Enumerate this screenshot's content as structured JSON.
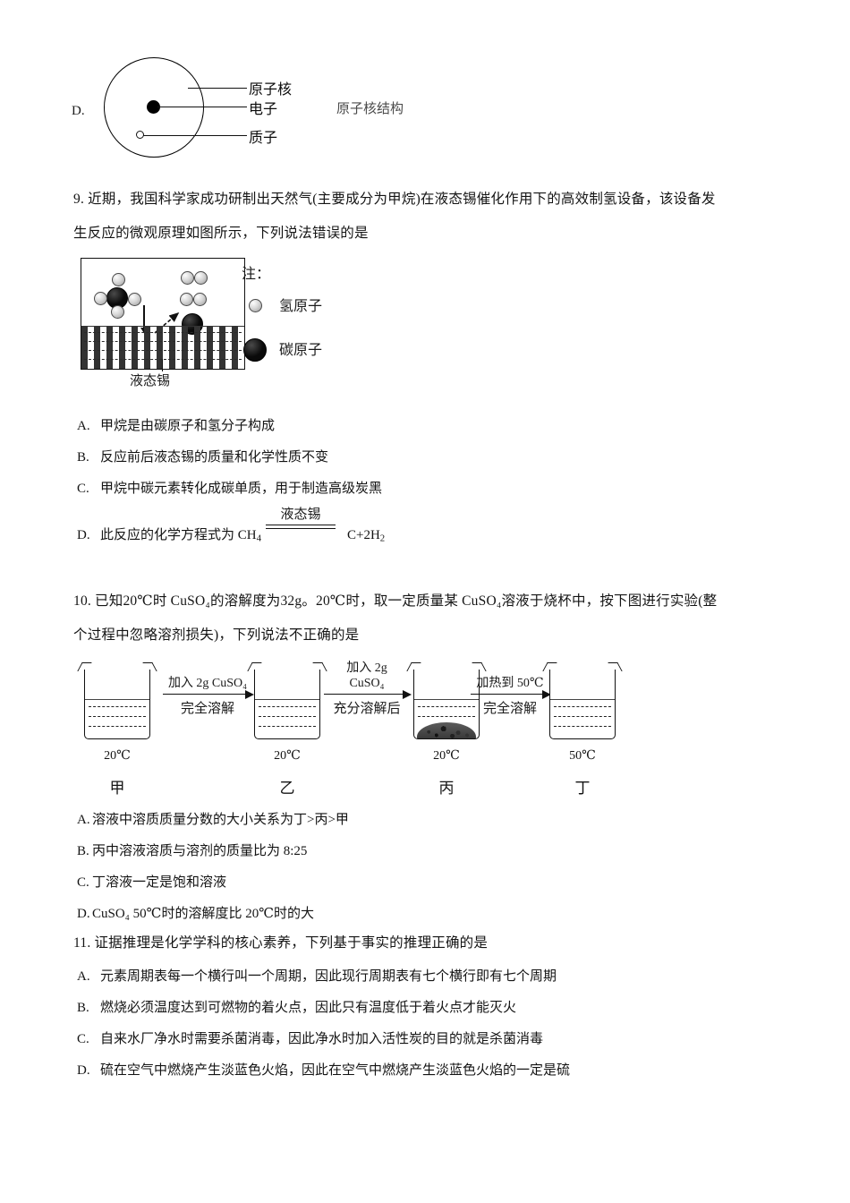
{
  "atom_figure": {
    "option_label": "D.",
    "labels": {
      "nucleus": "原子核",
      "electron": "电子",
      "proton": "质子"
    },
    "caption": "原子核结构"
  },
  "q9": {
    "line1": "9. 近期，我国科学家成功研制出天然气(主要成分为甲烷)在液态锡催化作用下的高效制氢设备，该设备发",
    "line2": "生反应的微观原理如图所示，下列说法错误的是",
    "figure": {
      "tin_label": "液态锡",
      "legend_title": "注：",
      "legend_hydrogen": "氢原子",
      "legend_carbon": "碳原子"
    },
    "options": {
      "a_label": "A.",
      "a_text": "甲烷是由碳原子和氢分子构成",
      "b_label": "B.",
      "b_text": "反应前后液态锡的质量和化学性质不变",
      "c_label": "C.",
      "c_text": "甲烷中碳元素转化成碳单质，用于制造高级炭黑",
      "d_label": "D.",
      "d_text_prefix": "此反应的化学方程式为 CH",
      "d_reactant_sub": "4",
      "d_condition": "液态锡",
      "d_product_prefix": "C+2H",
      "d_product_sub": "2"
    }
  },
  "q10": {
    "line1": "10. 已知20℃时 CuSO₄的溶解度为32g。20℃时，取一定质量某 CuSO₄溶液于烧杯中，按下图进行实验(整",
    "line2": "个过程中忽略溶剂损失)，下列说法不正确的是",
    "figure": {
      "beakers": [
        {
          "temp": "20℃",
          "name": "甲",
          "has_precipitate": false
        },
        {
          "temp": "20℃",
          "name": "乙",
          "has_precipitate": false
        },
        {
          "temp": "20℃",
          "name": "丙",
          "has_precipitate": true
        },
        {
          "temp": "50℃",
          "name": "丁",
          "has_precipitate": false
        }
      ],
      "arrows": [
        {
          "above": "加入 2g CuSO₄",
          "below": "完全溶解"
        },
        {
          "above": "加入 2g\nCuSO₄",
          "below": "充分溶解后"
        },
        {
          "above": "加热到 50℃",
          "below": "完全溶解"
        }
      ]
    },
    "options": {
      "a_label": "A.",
      "a_text": "溶液中溶质质量分数的大小关系为丁>丙>甲",
      "b_label": "B.",
      "b_text": "丙中溶液溶质与溶剂的质量比为 8:25",
      "c_label": "C.",
      "c_text": "丁溶液一定是饱和溶液",
      "d_label": "D.",
      "d_text": "CuSO₄ 50℃时的溶解度比 20℃时的大"
    }
  },
  "q11": {
    "line1": "11. 证据推理是化学学科的核心素养，下列基于事实的推理正确的是",
    "options": {
      "a_label": "A.",
      "a_text": "元素周期表每一个横行叫一个周期，因此现行周期表有七个横行即有七个周期",
      "b_label": "B.",
      "b_text": "燃烧必须温度达到可燃物的着火点，因此只有温度低于着火点才能灭火",
      "c_label": "C.",
      "c_text": "自来水厂净水时需要杀菌消毒，因此净水时加入活性炭的目的就是杀菌消毒",
      "d_label": "D.",
      "d_text": "硫在空气中燃烧产生淡蓝色火焰，因此在空气中燃烧产生淡蓝色火焰的一定是硫"
    }
  }
}
